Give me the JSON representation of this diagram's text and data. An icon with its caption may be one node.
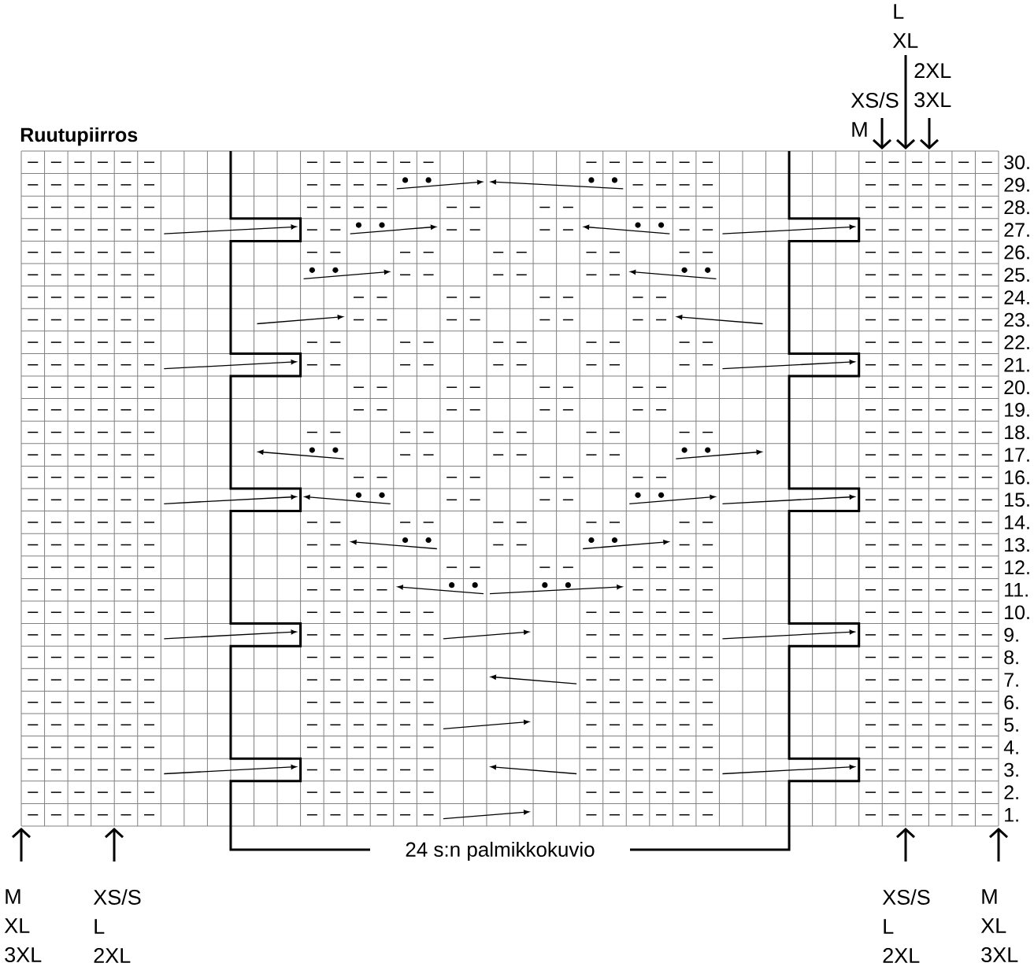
{
  "diagram": {
    "title": "Ruutupiirros",
    "labels": [
      "L XL",
      "2XL 3XL",
      "XS/S M",
      "30.",
      "29.",
      "28.",
      "27.",
      "26.",
      "25.",
      "24.",
      "23.",
      "22.",
      "21.",
      "20.",
      "19.",
      "18.",
      "17.",
      "16.",
      "15.",
      "14.",
      "13.",
      "12.",
      "11.",
      "10.",
      "9.",
      "8.",
      "7.",
      "6.",
      "5.",
      "4.",
      "3.",
      "2.",
      "1.",
      "24 s:n palmikkokuvio",
      "M XL 3XL",
      "XS/S L 2XL",
      "XS/S L 2XL",
      "M XL 3XL"
    ]
  }
}
